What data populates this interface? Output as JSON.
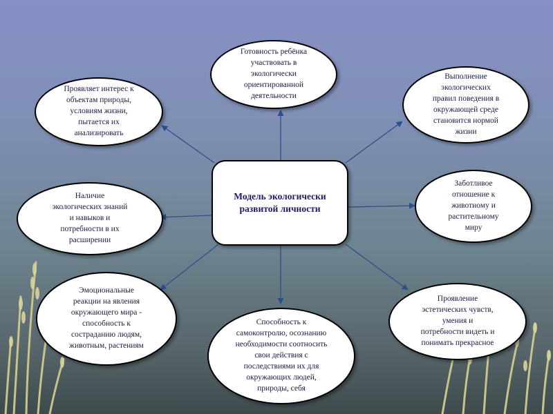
{
  "diagram": {
    "center": {
      "label": "Модель экологически\nразвитой личности"
    },
    "nodes": [
      {
        "id": "top",
        "label": "Готовность ребёнка\nучаствовать в\nэкологически\nориентированной\nдеятельности"
      },
      {
        "id": "upper-left",
        "label": "Проявляет интерес к\nобъектам природы,\nусловиям жизни,\nпытается их\nанализировать"
      },
      {
        "id": "upper-right",
        "label": "Выполнение\nэкологических\nправил поведения в\nокружающей среде\nстановится нормой\nжизни"
      },
      {
        "id": "middle-left",
        "label": "Наличие\nэкологических знаний\nи навыков и\nпотребности в их\nрасширении"
      },
      {
        "id": "middle-right",
        "label": "Заботливое\nотношение к\nживотному и\nрастительному\nмиру"
      },
      {
        "id": "lower-left",
        "label": "Эмоциональные\nреакции на явления\nокружающего мира -\nспособность к\nсостраданию людям,\nживотным, растениям"
      },
      {
        "id": "bottom",
        "label": "Способность к\nсамоконтролю, осознанию\nнеобходимости соотносить\nсвои действия с\nпоследствиями их для\nокружающих людей,\nприроды, себя"
      },
      {
        "id": "lower-right",
        "label": "Проявление\nэстетических чувств,\nумения и\nпотребности видеть и\nпонимать прекрасное"
      }
    ]
  },
  "colors": {
    "arrow": "#2c4f8c",
    "border": "#000000",
    "text": "#1a1a40",
    "fill": "#ffffff"
  }
}
